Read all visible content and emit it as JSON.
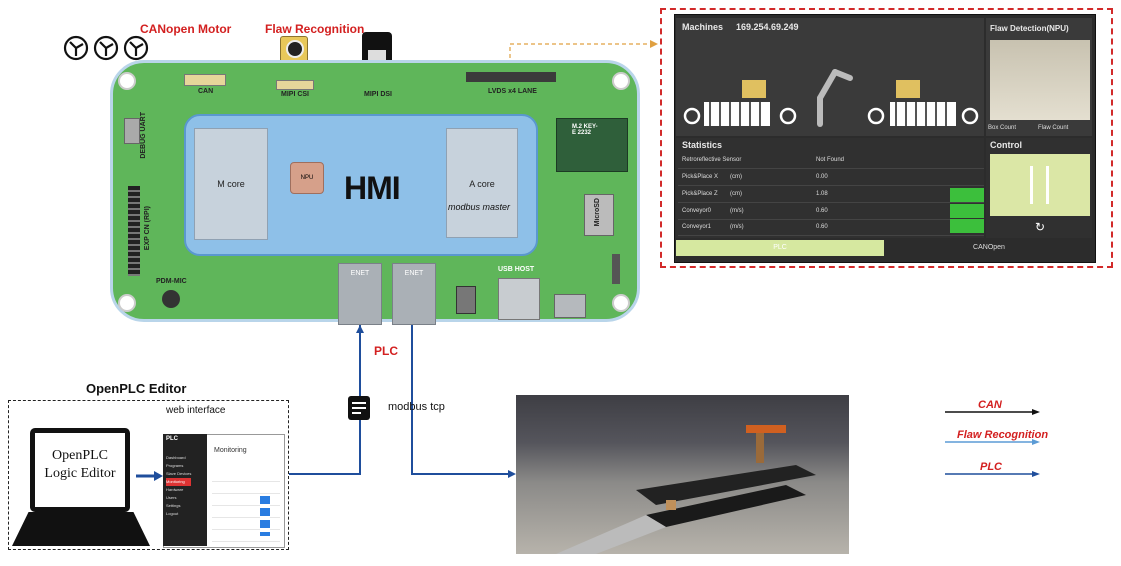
{
  "board": {
    "can_motor_label": "CANopen Motor",
    "flaw_recognition_label": "Flaw Recognition",
    "can_connector": "CAN",
    "mipi_csi": "MIPI CSI",
    "mipi_dsi": "MIPI DSI",
    "lvds": "LVDS x4 LANE",
    "debug_uart": "DEBUG UART",
    "exp_cn": "EXP CN (RPI)",
    "pdm_mic": "PDM-MIC",
    "m2": "M.2 KEY-E 2232",
    "m2_slot": "M.2 KEY-E",
    "microsd": "MicroSD",
    "m_core": "M core",
    "a_core": "A core",
    "npu": "NPU",
    "hmi": "HMI",
    "modbus_master": "modbus master",
    "enet1": "ENET",
    "enet2": "ENET",
    "usb_host": "USB HOST"
  },
  "links": {
    "plc": "PLC",
    "modbus_tcp": "modbus tcp"
  },
  "editor": {
    "title": "OpenPLC Editor",
    "web_interface": "web interface",
    "laptop_line1": "OpenPLC",
    "laptop_line2": "Logic Editor",
    "web_page_title": "Monitoring",
    "web_logo": "PLC",
    "web_menu": [
      "Dashboard",
      "Programs",
      "Slave Devices",
      "Monitoring",
      "Hardware",
      "Users",
      "Settings",
      "Logout"
    ]
  },
  "hmi_screen": {
    "machines_label": "Machines",
    "ip": "169.254.69.249",
    "flaw_detection": "Flaw Detection(NPU)",
    "box_count": "Box Count",
    "flaw_count": "Flaw Count",
    "statistics": "Statistics",
    "control": "Control",
    "rows": [
      {
        "name": "Retroreflective Sensor",
        "unit": "",
        "value": "Not Found"
      },
      {
        "name": "Pick&Place X",
        "unit": "(cm)",
        "value": "0.00"
      },
      {
        "name": "Pick&Place Z",
        "unit": "(cm)",
        "value": "1.08"
      },
      {
        "name": "Conveyor0",
        "unit": "(m/s)",
        "value": "0.60"
      },
      {
        "name": "Conveyor1",
        "unit": "(m/s)",
        "value": "0.60"
      }
    ],
    "tab_plc": "PLC",
    "tab_canopen": "CANOpen"
  },
  "legend": {
    "can": "CAN",
    "flaw": "Flaw Recognition",
    "plc": "PLC"
  },
  "colors": {
    "can_line": "#111111",
    "flaw_line": "#5b9bd5",
    "plc_line": "#1f4e9c",
    "red_text": "#d32020"
  }
}
